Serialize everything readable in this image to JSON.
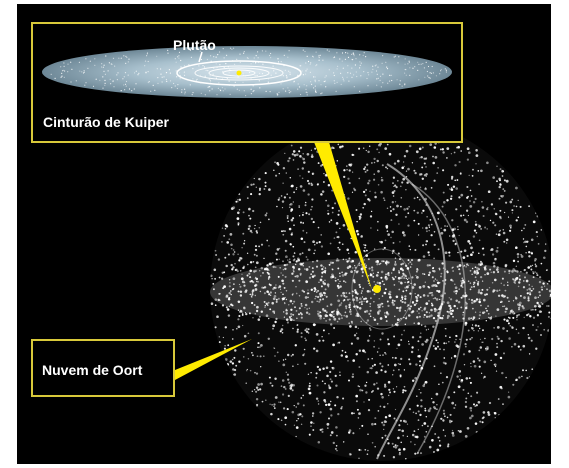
{
  "inset": {
    "pluto_label": "Plutão",
    "kuiper_label": "Cinturão de Kuiper"
  },
  "oort": {
    "label": "Nuvem de Oort"
  },
  "colors": {
    "background": "#000000",
    "frame": "#d8c93a",
    "pointer": "#ffeb00",
    "kuiper_disk": "#9fb8c5",
    "cloud_dots": "#ffffff"
  }
}
